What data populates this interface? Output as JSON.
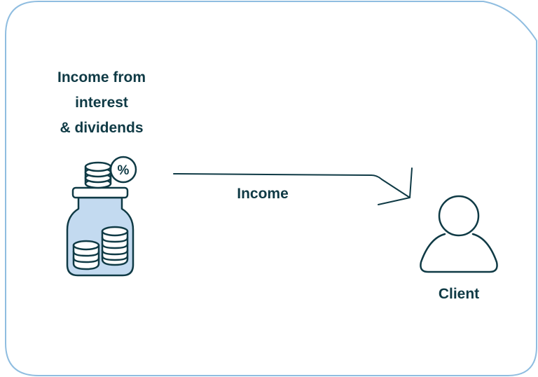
{
  "diagram": {
    "source": {
      "title_lines": [
        "Income from",
        "interest",
        "& dividends"
      ],
      "icon": "savings-jar-with-coins-icon",
      "badge_symbol": "%"
    },
    "flow": {
      "label": "Income",
      "icon": "arrow-right-icon"
    },
    "target": {
      "label": "Client",
      "icon": "person-icon"
    }
  },
  "colors": {
    "text": "#0f3a45",
    "frame": "#8fbde0",
    "jar_fill": "#c3daf0",
    "outline": "#0f3a45"
  }
}
